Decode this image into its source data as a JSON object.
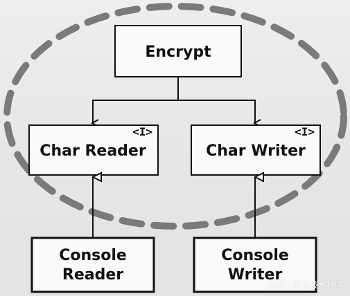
{
  "diagram": {
    "encrypt_label": "Encrypt",
    "interface_marker": "<I>",
    "char_reader_label": "Char Reader",
    "char_writer_label": "Char Writer",
    "console_reader": {
      "line1": "Console",
      "line2": "Reader"
    },
    "console_writer": {
      "line1": "Console",
      "line2": "Writer"
    }
  },
  "watermark": "@掘土掘金技术社区",
  "colors": {
    "ink": "#111111",
    "boundary_dash": "#7a7a7a",
    "background": "#e9e9e9"
  }
}
